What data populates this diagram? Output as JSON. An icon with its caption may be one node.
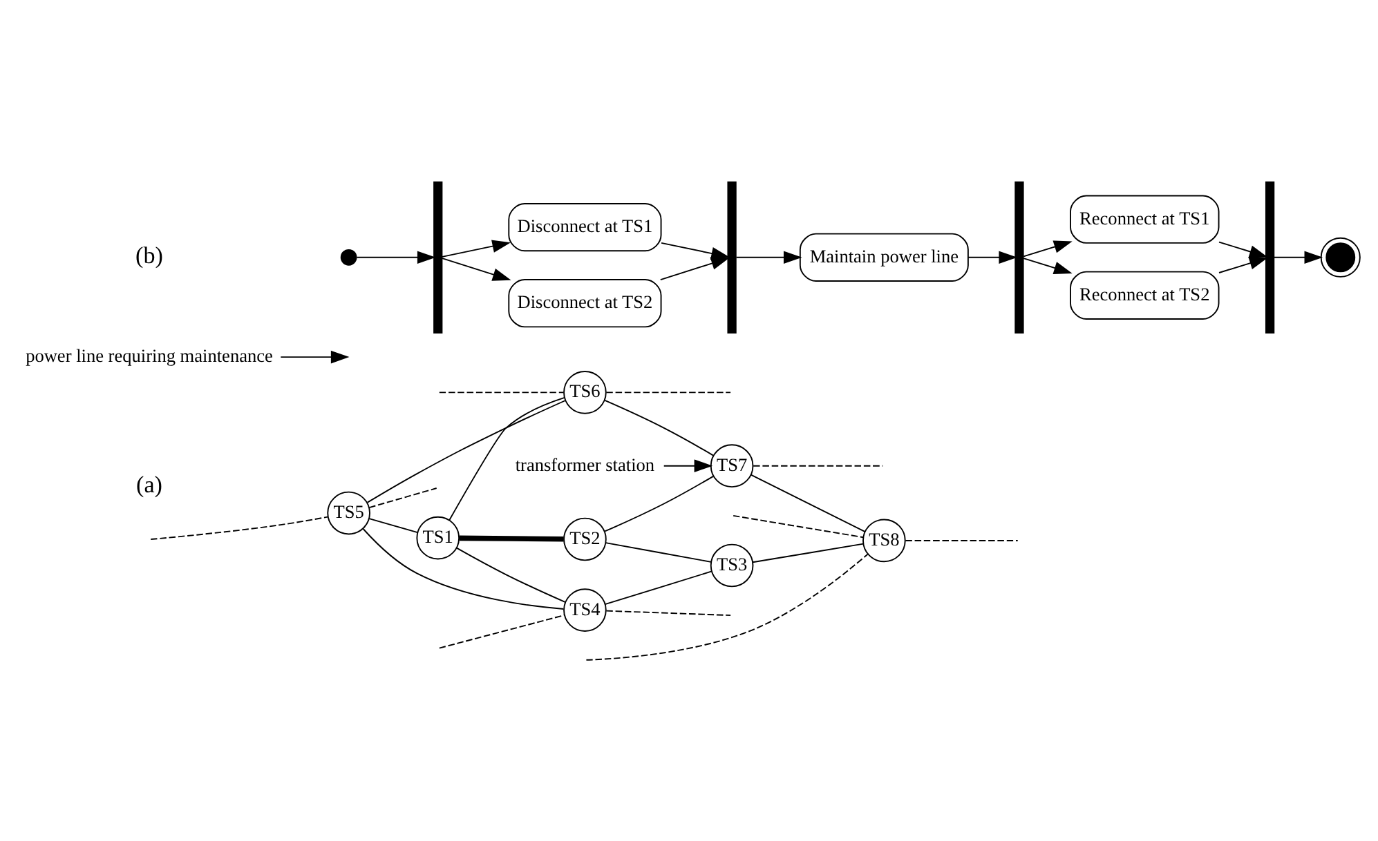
{
  "diagram": {
    "nodes": [
      {
        "text": [
          "TS5"
        ]
      },
      {
        "text": [
          "TS6"
        ]
      },
      {
        "text": [
          "TS7"
        ]
      },
      {
        "text": [
          "TS1"
        ]
      },
      {
        "text": [
          "TS2"
        ]
      },
      {
        "text": [
          "TS4"
        ]
      },
      {
        "text": [
          "TS3"
        ]
      },
      {
        "text": [
          "TS8"
        ]
      },
      {
        "text": [
          "transformer station"
        ]
      },
      {
        "text": [
          "power line requiring maintenance"
        ]
      },
      {
        "text": [],
        "shape": "circle"
      },
      {
        "text": [],
        "shape": "bar"
      },
      {
        "text": [
          "Disconnect at TS1"
        ]
      },
      {
        "text": [
          "Disconnect at TS2"
        ]
      },
      {
        "text": [],
        "shape": "bar"
      },
      {
        "text": [
          "Maintain power line"
        ]
      },
      {
        "text": [],
        "shape": "bar"
      },
      {
        "text": [
          "Reconnect at TS1"
        ]
      },
      {
        "text": [
          "Reconnect at TS2"
        ]
      },
      {
        "text": [],
        "shape": "bar"
      },
      {
        "text": [],
        "shape": "circle"
      }
    ],
    "edges": [
      {
        "from": 0,
        "to": 1,
        "arrow": "none"
      },
      {
        "from": 1,
        "to": 2,
        "arrow": "none"
      },
      {
        "from": 0,
        "to": 3,
        "arrow": "none"
      },
      {
        "from": 0,
        "to": 5,
        "arrow": "none"
      },
      {
        "from": 3,
        "to": 1,
        "arrow": "none"
      },
      {
        "from": 3,
        "to": 4,
        "arrow": "none",
        "style": "thick"
      },
      {
        "from": 3,
        "to": 5,
        "arrow": "none"
      },
      {
        "from": 4,
        "to": 2,
        "arrow": "none"
      },
      {
        "from": 4,
        "to": 6,
        "arrow": "none"
      },
      {
        "from": 5,
        "to": 6,
        "arrow": "none"
      },
      {
        "from": 6,
        "to": 7,
        "arrow": "none"
      },
      {
        "from": 2,
        "to": 7,
        "arrow": "none"
      },
      {
        "from": 8,
        "to": 2,
        "arrow": "to"
      },
      {
        "from": 9,
        "to": null,
        "arrow": "to"
      },
      {
        "from": 0,
        "to": null,
        "arrow": "none",
        "style": "dashed"
      },
      {
        "from": 0,
        "to": null,
        "arrow": "none",
        "style": "dashed"
      },
      {
        "from": 1,
        "to": null,
        "arrow": "none",
        "style": "dashed"
      },
      {
        "from": 1,
        "to": null,
        "arrow": "none",
        "style": "dashed"
      },
      {
        "from": 2,
        "to": null,
        "arrow": "none",
        "style": "dashed"
      },
      {
        "from": 7,
        "to": null,
        "arrow": "none",
        "style": "dashed"
      },
      {
        "from": 7,
        "to": null,
        "arrow": "none",
        "style": "dashed"
      },
      {
        "from": 7,
        "to": null,
        "arrow": "none",
        "style": "dashed"
      },
      {
        "from": 5,
        "to": null,
        "arrow": "none",
        "style": "dashed"
      },
      {
        "from": 5,
        "to": null,
        "arrow": "none",
        "style": "dashed"
      },
      {
        "from": 10,
        "to": 11,
        "arrow": "to"
      },
      {
        "from": 11,
        "to": 12,
        "arrow": "to"
      },
      {
        "from": 11,
        "to": 13,
        "arrow": "to"
      },
      {
        "from": 12,
        "to": 14,
        "arrow": "to"
      },
      {
        "from": 13,
        "to": 14,
        "arrow": "to"
      },
      {
        "from": 14,
        "to": 15,
        "arrow": "to"
      },
      {
        "from": 15,
        "to": 16,
        "arrow": "to"
      },
      {
        "from": 16,
        "to": 17,
        "arrow": "to"
      },
      {
        "from": 16,
        "to": 18,
        "arrow": "to"
      },
      {
        "from": 17,
        "to": 19,
        "arrow": "to"
      },
      {
        "from": 18,
        "to": 19,
        "arrow": "to"
      },
      {
        "from": 19,
        "to": 20,
        "arrow": "to"
      }
    ],
    "labels": [
      "(a)",
      "(b)"
    ]
  }
}
